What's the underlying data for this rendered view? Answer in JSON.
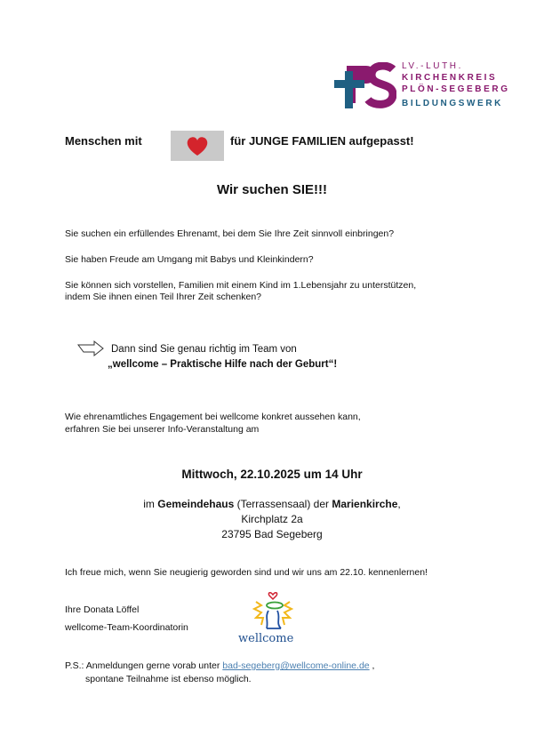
{
  "logo": {
    "mark": "PS",
    "lines": [
      "LV.-LUTH.",
      "KIRCHENKREIS",
      "PLÖN-SEGEBERG",
      "BILDUNGSWERK"
    ],
    "colors": {
      "purple": "#8a1a6e",
      "blue": "#1f5f82"
    }
  },
  "headline": {
    "before": "Menschen mit",
    "after": "für JUNGE FAMILIEN aufgepasst!"
  },
  "subheadline": "Wir suchen SIE!!!",
  "questions": [
    "Sie suchen ein erfüllendes Ehrenamt, bei dem Sie Ihre Zeit sinnvoll einbringen?",
    "Sie haben Freude am Umgang mit Babys und Kleinkindern?",
    "Sie können sich vorstellen, Familien mit einem Kind im 1.Lebensjahr zu unterstützen,",
    "indem Sie ihnen einen Teil Ihrer Zeit schenken?"
  ],
  "callout": {
    "line1": "Dann sind Sie genau richtig im Team von",
    "line2": "„wellcome – Praktische Hilfe nach der Geburt“!"
  },
  "info": [
    "Wie ehrenamtliches Engagement bei wellcome konkret aussehen kann,",
    "erfahren Sie bei unserer Info-Veranstaltung am"
  ],
  "event": {
    "date": "Mittwoch, 22.10.2025 um 14 Uhr",
    "prefix": "im",
    "venue": "Gemeindehaus",
    "room": "(Terrassensaal) der",
    "church": "Marienkirche",
    "street": "Kirchplatz 2a",
    "city": "23795 Bad Segeberg"
  },
  "closing": "Ich freue mich, wenn Sie neugierig geworden sind und wir uns am 22.10. kennenlernen!",
  "signature": {
    "name": "Ihre Donata Löffel",
    "role": "wellcome-Team-Koordinatorin"
  },
  "wellcome_logo": "wellcome",
  "ps": {
    "prefix": "P.S.: Anmeldungen gerne vorab unter",
    "email": "bad-segeberg@wellcome-online.de",
    "suffix": ",",
    "line2": "spontane Teilnahme ist ebenso möglich."
  }
}
